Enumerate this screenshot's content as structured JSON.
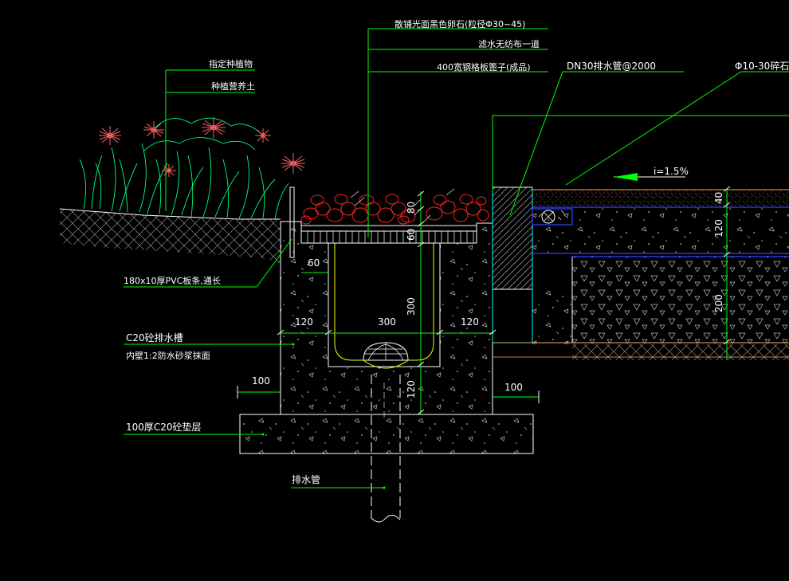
{
  "labels": {
    "gravel": "散铺光面黑色卵石(粒径Φ30~45)",
    "filter_cloth": "滤水无纺布一道",
    "grate": "400宽钢格板篦子(成品)",
    "drain_pipe_dn30": "DN30排水管@2000",
    "crushed_stone": "Φ10-30碎石",
    "plants": "指定种植物",
    "soil": "种植营养土",
    "pvc_strip": "180x10厚PVC板条,通长",
    "trench": "C20砼排水槽",
    "trench_finish": "内壁1:2防水砂浆抹面",
    "cushion": "100厚C20砼垫层",
    "outlet_pipe": "排水管",
    "slope": "i=1.5%"
  },
  "dimensions": {
    "d60_top": "60",
    "d80": "80",
    "d60_grate": "60",
    "d300_depth": "300",
    "d120_left": "120",
    "d300_width": "300",
    "d120_right": "120",
    "d120_bottom": "120",
    "d100_left": "100",
    "d100_right": "100",
    "d40": "40",
    "d120_pave": "120",
    "d200_base": "200"
  },
  "colors": {
    "background": "#000000",
    "leader": "#00ff00",
    "outline": "#ffffff",
    "gravel": "#ff2020",
    "plants": "#00ff80",
    "flowers": "#ff6060",
    "accent_yellow": "#ffff00",
    "accent_cyan": "#00ffff",
    "accent_blue": "#3344ff"
  }
}
